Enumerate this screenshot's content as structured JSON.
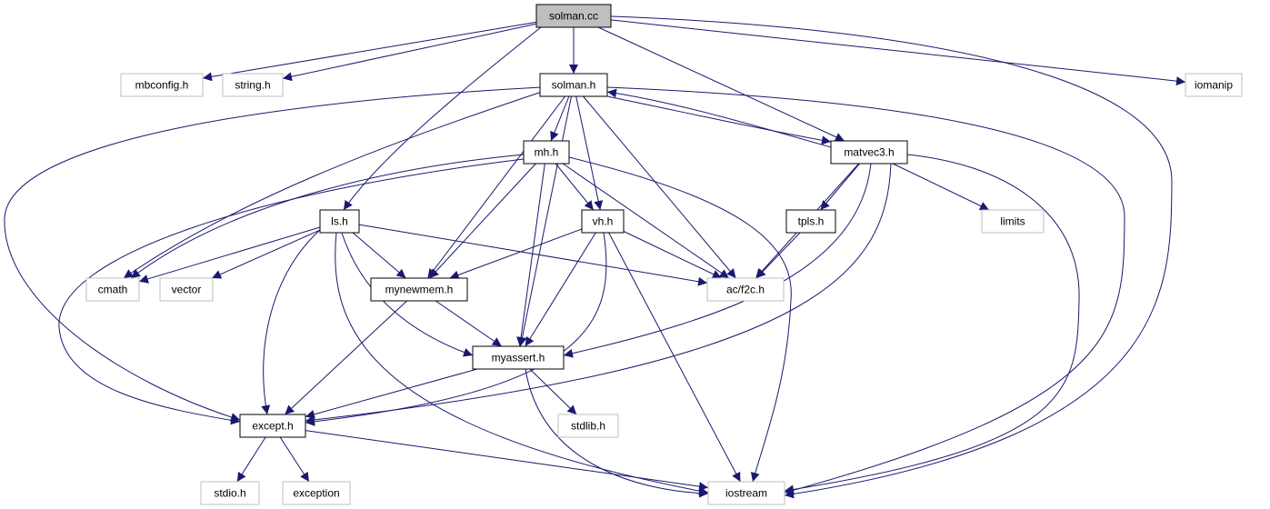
{
  "colors": {
    "edge": "#191970",
    "node_border": "#000000",
    "ext_border": "#bfbfbf",
    "root_fill": "#bfbfbf",
    "fill": "#ffffff"
  },
  "nodes": {
    "solman_cc": {
      "label": "solman.cc",
      "kind": "root"
    },
    "mbconfig_h": {
      "label": "mbconfig.h",
      "kind": "external"
    },
    "string_h": {
      "label": "string.h",
      "kind": "external"
    },
    "solman_h": {
      "label": "solman.h",
      "kind": "local"
    },
    "iomanip": {
      "label": "iomanip",
      "kind": "external"
    },
    "mh_h": {
      "label": "mh.h",
      "kind": "local"
    },
    "matvec3_h": {
      "label": "matvec3.h",
      "kind": "local"
    },
    "ls_h": {
      "label": "ls.h",
      "kind": "local"
    },
    "vh_h": {
      "label": "vh.h",
      "kind": "local"
    },
    "tpls_h": {
      "label": "tpls.h",
      "kind": "local"
    },
    "limits": {
      "label": "limits",
      "kind": "external"
    },
    "cmath": {
      "label": "cmath",
      "kind": "external"
    },
    "vector": {
      "label": "vector",
      "kind": "external"
    },
    "mynewmem_h": {
      "label": "mynewmem.h",
      "kind": "local"
    },
    "ac_f2c_h": {
      "label": "ac/f2c.h",
      "kind": "external"
    },
    "myassert_h": {
      "label": "myassert.h",
      "kind": "local"
    },
    "except_h": {
      "label": "except.h",
      "kind": "local"
    },
    "stdlib_h": {
      "label": "stdlib.h",
      "kind": "external"
    },
    "stdio_h": {
      "label": "stdio.h",
      "kind": "external"
    },
    "exception": {
      "label": "exception",
      "kind": "external"
    },
    "iostream": {
      "label": "iostream",
      "kind": "external"
    }
  },
  "edges": [
    [
      "solman_cc",
      "mbconfig_h"
    ],
    [
      "solman_cc",
      "string_h"
    ],
    [
      "solman_cc",
      "solman_h"
    ],
    [
      "solman_cc",
      "iomanip"
    ],
    [
      "solman_cc",
      "matvec3_h"
    ],
    [
      "solman_cc",
      "ls_h"
    ],
    [
      "solman_cc",
      "iostream"
    ],
    [
      "solman_h",
      "mh_h"
    ],
    [
      "solman_h",
      "vh_h"
    ],
    [
      "solman_h",
      "mynewmem_h"
    ],
    [
      "solman_h",
      "myassert_h"
    ],
    [
      "solman_h",
      "ac_f2c_h"
    ],
    [
      "solman_h",
      "matvec3_h"
    ],
    [
      "solman_h",
      "cmath"
    ],
    [
      "solman_h",
      "except_h"
    ],
    [
      "solman_h",
      "iostream"
    ],
    [
      "matvec3_h",
      "solman_h"
    ],
    [
      "mh_h",
      "vh_h"
    ],
    [
      "mh_h",
      "mynewmem_h"
    ],
    [
      "mh_h",
      "myassert_h"
    ],
    [
      "mh_h",
      "ac_f2c_h"
    ],
    [
      "mh_h",
      "cmath"
    ],
    [
      "mh_h",
      "except_h"
    ],
    [
      "mh_h",
      "iostream"
    ],
    [
      "matvec3_h",
      "tpls_h"
    ],
    [
      "matvec3_h",
      "limits"
    ],
    [
      "matvec3_h",
      "ac_f2c_h"
    ],
    [
      "matvec3_h",
      "myassert_h"
    ],
    [
      "matvec3_h",
      "except_h"
    ],
    [
      "matvec3_h",
      "iostream"
    ],
    [
      "ls_h",
      "cmath"
    ],
    [
      "ls_h",
      "vector"
    ],
    [
      "ls_h",
      "mynewmem_h"
    ],
    [
      "ls_h",
      "ac_f2c_h"
    ],
    [
      "ls_h",
      "myassert_h"
    ],
    [
      "ls_h",
      "except_h"
    ],
    [
      "ls_h",
      "iostream"
    ],
    [
      "vh_h",
      "mynewmem_h"
    ],
    [
      "vh_h",
      "myassert_h"
    ],
    [
      "vh_h",
      "ac_f2c_h"
    ],
    [
      "vh_h",
      "except_h"
    ],
    [
      "vh_h",
      "iostream"
    ],
    [
      "tpls_h",
      "ac_f2c_h"
    ],
    [
      "mynewmem_h",
      "myassert_h"
    ],
    [
      "mynewmem_h",
      "except_h"
    ],
    [
      "myassert_h",
      "except_h"
    ],
    [
      "myassert_h",
      "stdlib_h"
    ],
    [
      "myassert_h",
      "iostream"
    ],
    [
      "except_h",
      "stdio_h"
    ],
    [
      "except_h",
      "exception"
    ],
    [
      "except_h",
      "iostream"
    ]
  ]
}
